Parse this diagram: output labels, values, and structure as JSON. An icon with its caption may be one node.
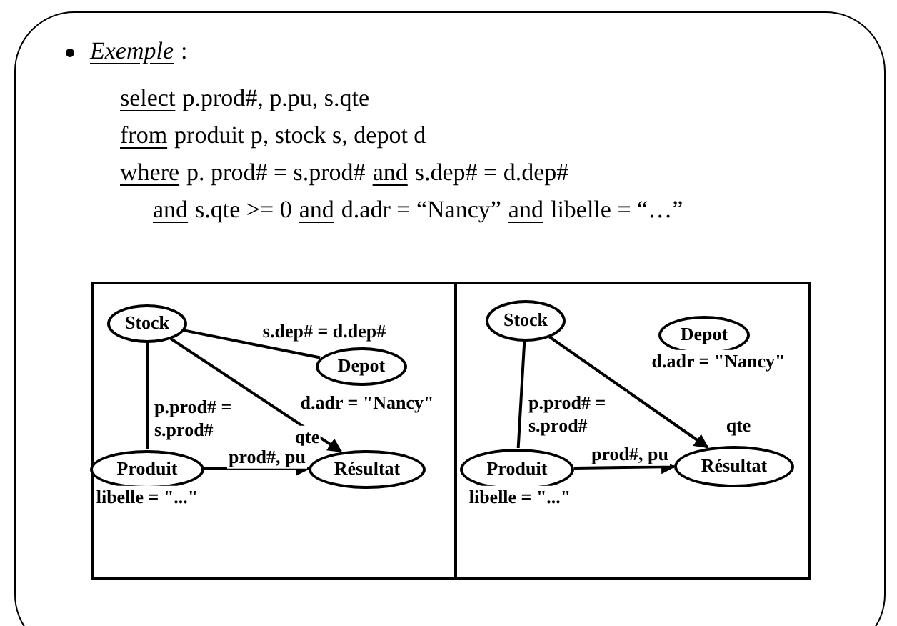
{
  "diagram": {
    "nodes": [
      {
        "text": [
          "Stock"
        ]
      },
      {
        "text": [
          "Depot"
        ],
        "beside": [
          "d.adr = \"Nancy\""
        ]
      },
      {
        "text": [
          "Produit"
        ],
        "beside": [
          "libelle = \"...\""
        ]
      },
      {
        "text": [
          "Résultat"
        ]
      },
      {
        "text": [
          "Stock"
        ]
      },
      {
        "text": [
          "Depot"
        ],
        "beside": [
          "d.adr = \"Nancy\""
        ]
      },
      {
        "text": [
          "Produit"
        ],
        "beside": [
          "libelle = \"...\""
        ]
      },
      {
        "text": [
          "Résultat"
        ]
      }
    ],
    "edges": [
      {
        "from": 0,
        "to": 1,
        "arrow": "none",
        "label": "s.dep# = d.dep#"
      },
      {
        "from": 0,
        "to": 2,
        "arrow": "none",
        "label": "p.prod# = s.prod#"
      },
      {
        "from": 0,
        "to": 3,
        "arrow": "to",
        "label": "qte"
      },
      {
        "from": 2,
        "to": 3,
        "arrow": "to",
        "label": "prod#, pu"
      },
      {
        "from": 4,
        "to": 6,
        "arrow": "none",
        "label": "p.prod# = s.prod#"
      },
      {
        "from": 4,
        "to": 7,
        "arrow": "to",
        "label": "qte"
      },
      {
        "from": 6,
        "to": 7,
        "arrow": "to",
        "label": "prod#, pu"
      }
    ],
    "labels": [
      "Exemple",
      ":",
      "select",
      "p.prod#, p.pu, s.qte",
      "from",
      "produit p, stock s, depot d",
      "where",
      "p. prod# = s.prod#",
      "and",
      "s.dep# = d.dep#",
      "and",
      "s.qte >= 0",
      "and",
      "d.adr = “Nancy”",
      "and",
      "libelle = “…”"
    ]
  }
}
